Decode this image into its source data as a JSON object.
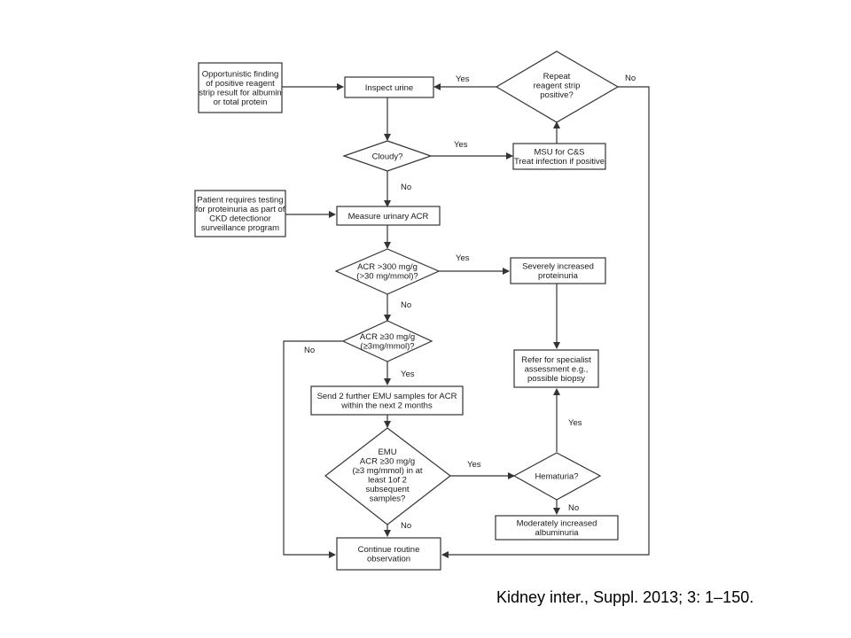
{
  "nodes": {
    "opportunistic": [
      "Opportunistic finding",
      "of positive reagent",
      "strip result for albumin",
      "or total protein"
    ],
    "inspect": [
      "Inspect urine"
    ],
    "repeat": [
      "Repeat",
      "reagent strip",
      "positive?"
    ],
    "cloudy": [
      "Cloudy?"
    ],
    "msu": [
      "MSU for C&S",
      "Treat infection if positive"
    ],
    "patient": [
      "Patient requires testing",
      "for proteinuria as part of",
      "CKD detectionor",
      "surveillance program"
    ],
    "measure": [
      "Measure urinary ACR"
    ],
    "acr300": [
      "ACR >300 mg/g",
      "(>30 mg/mmol)?"
    ],
    "severe": [
      "Severely increased",
      "proteinuria"
    ],
    "acr30": [
      "ACR ≥30 mg/g",
      "(≥3mg/mmol)?"
    ],
    "refer": [
      "Refer for specialist",
      "assessment e.g.,",
      "possible biopsy"
    ],
    "send": [
      "Send 2 further EMU samples for ACR",
      "within the next 2 months"
    ],
    "emu": [
      "EMU",
      "ACR ≥30 mg/g",
      "(≥3 mg/mmol) in at",
      "least 1of 2",
      "subsequent",
      "samples?"
    ],
    "hematuria": [
      "Hematuria?"
    ],
    "moderate": [
      "Moderately increased",
      "albuminuria"
    ],
    "continue": [
      "Continue routine",
      "observation"
    ]
  },
  "edge_labels": {
    "repeat_yes": "Yes",
    "repeat_no": "No",
    "cloudy_yes": "Yes",
    "cloudy_no": "No",
    "acr300_yes": "Yes",
    "acr300_no": "No",
    "acr30_no": "No",
    "acr30_yes": "Yes",
    "emu_yes": "Yes",
    "emu_no": "No",
    "hematuria_yes": "Yes",
    "hematuria_no": "No"
  },
  "citation": "Kidney inter., Suppl. 2013; 3: 1–150."
}
